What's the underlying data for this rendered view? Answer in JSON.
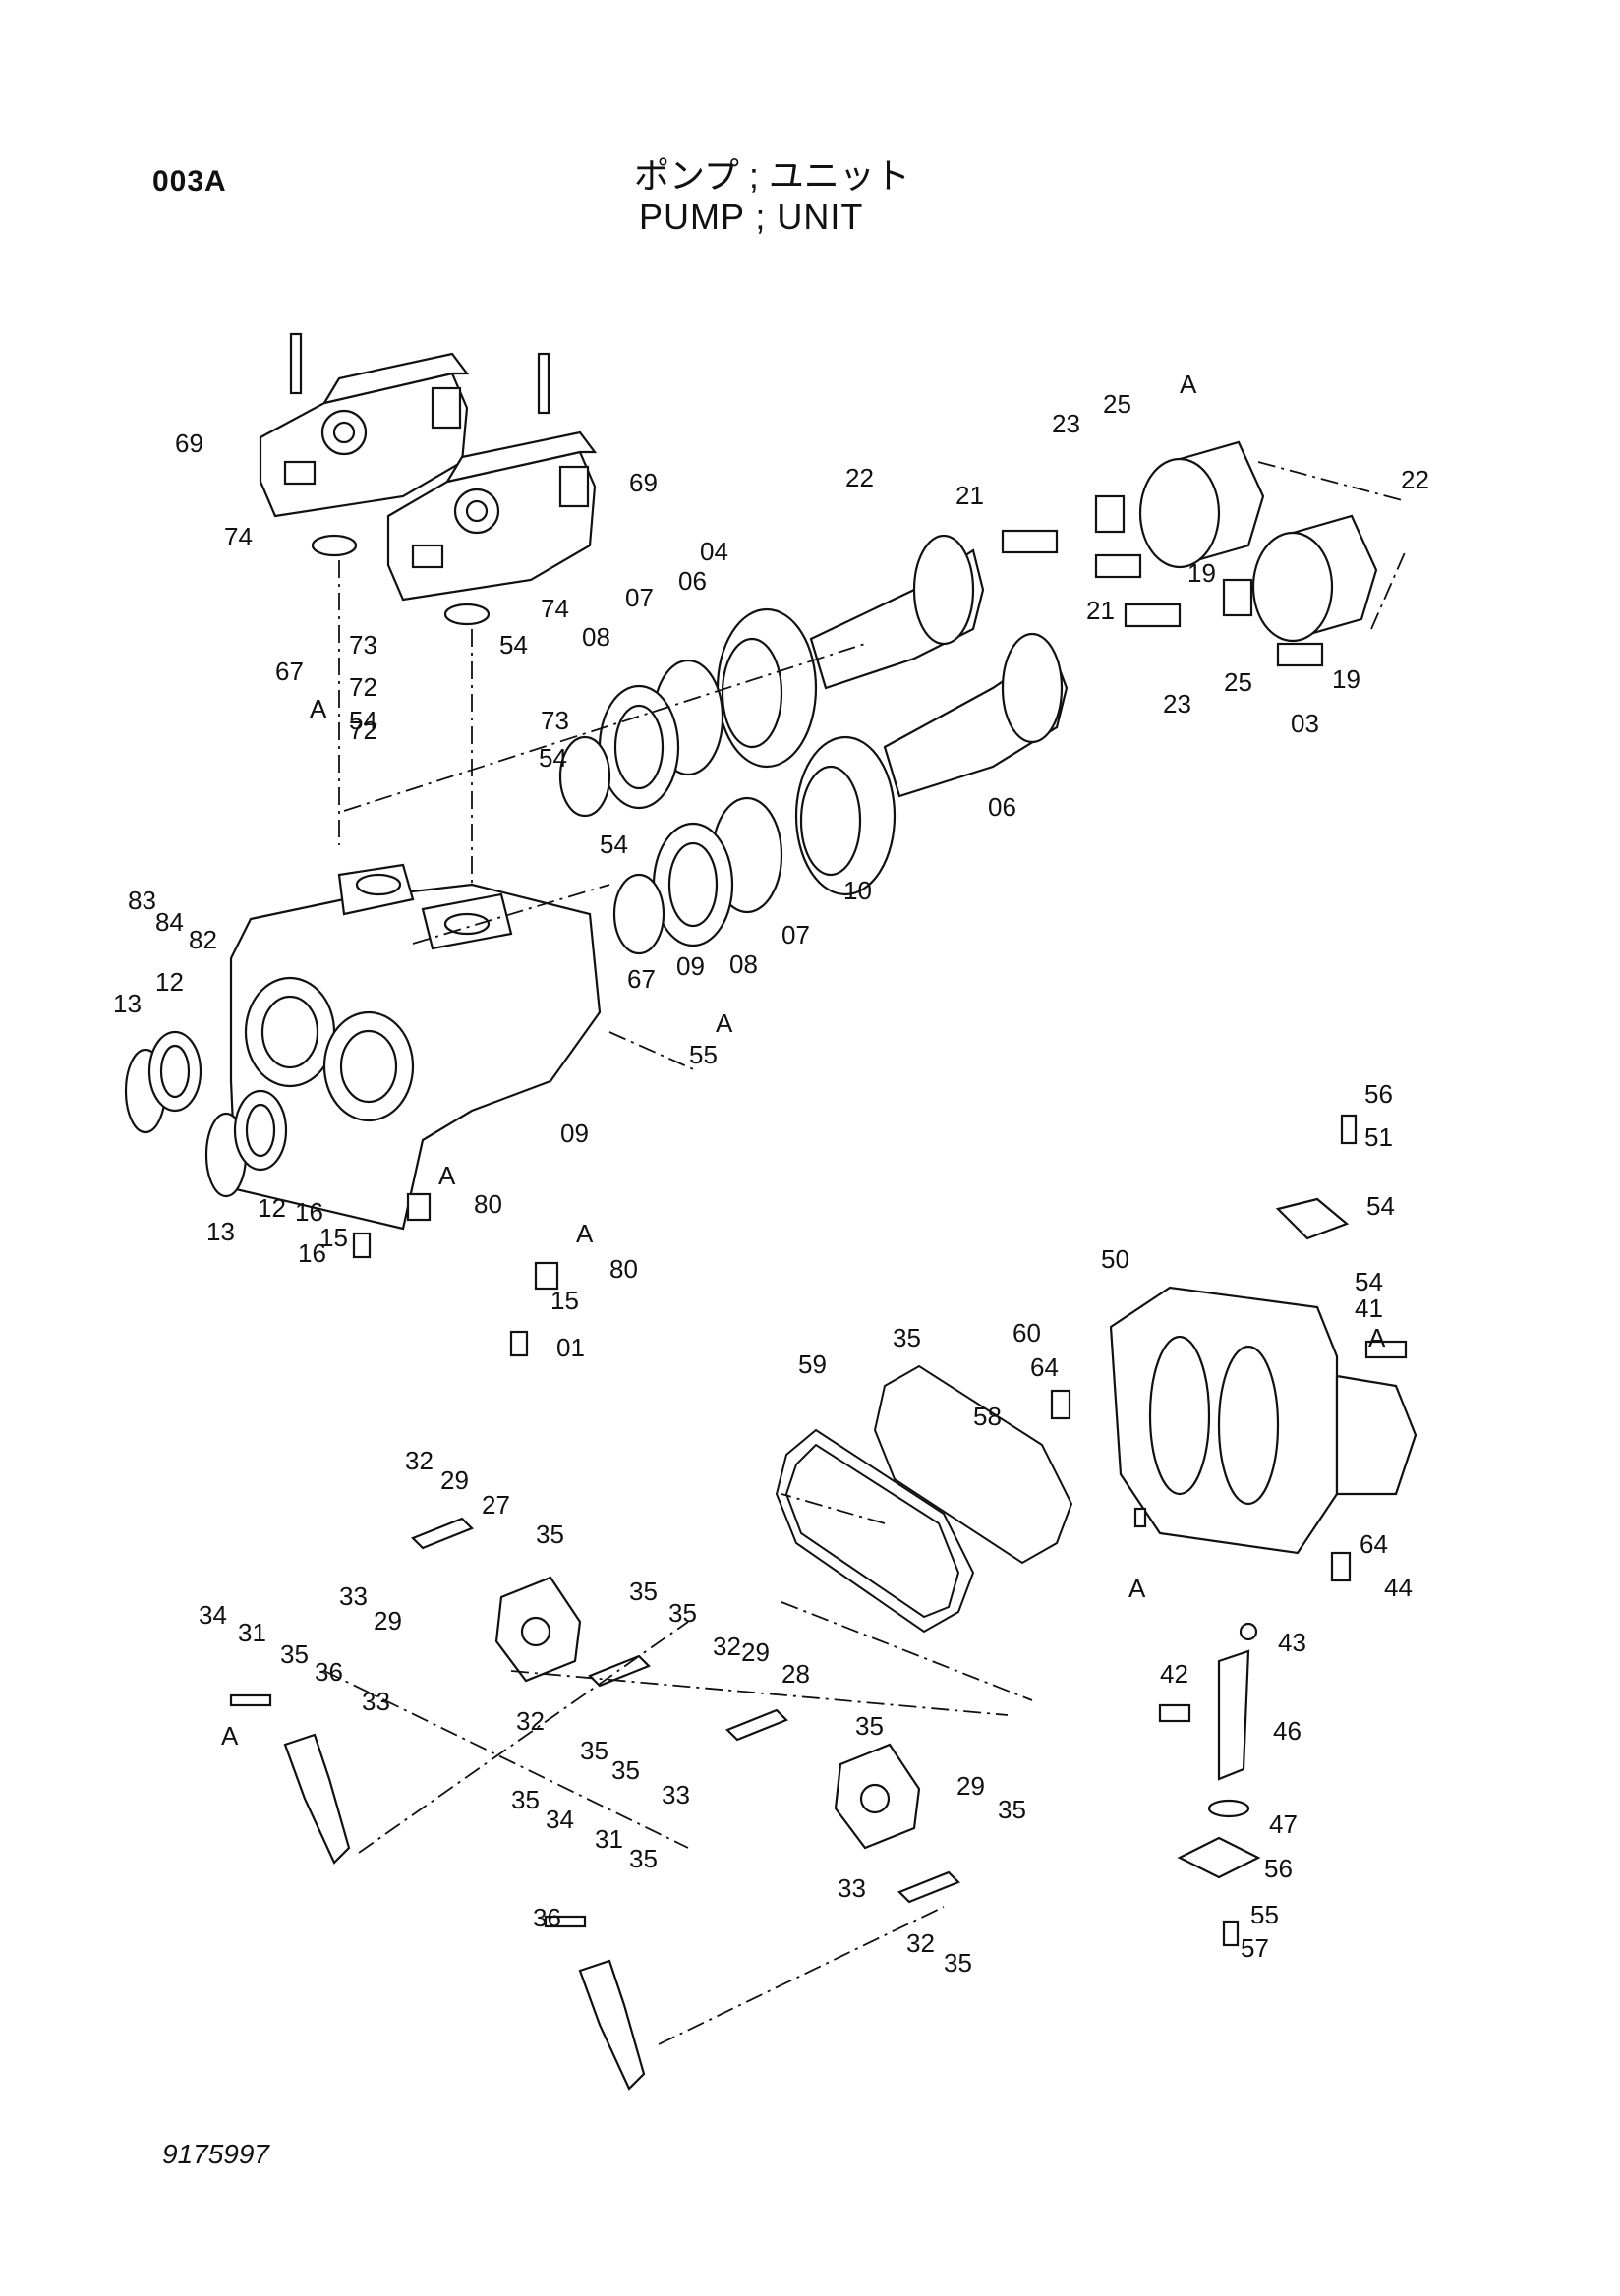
{
  "header": {
    "code": "003A",
    "title_jp": "ポンプ ; ユニット",
    "title_en": "PUMP ; UNIT"
  },
  "footer": {
    "document_number": "9175997"
  },
  "callouts": [
    {
      "text": "69"
    },
    {
      "text": "69"
    },
    {
      "text": "74"
    },
    {
      "text": "74"
    },
    {
      "text": "73"
    },
    {
      "text": "54"
    },
    {
      "text": "72"
    },
    {
      "text": "54"
    },
    {
      "text": "72"
    },
    {
      "text": "73"
    },
    {
      "text": "67"
    },
    {
      "text": "A"
    },
    {
      "text": "54"
    },
    {
      "text": "54"
    },
    {
      "text": "83"
    },
    {
      "text": "84"
    },
    {
      "text": "82"
    },
    {
      "text": "13"
    },
    {
      "text": "12"
    },
    {
      "text": "12"
    },
    {
      "text": "13"
    },
    {
      "text": "16"
    },
    {
      "text": "15"
    },
    {
      "text": "A"
    },
    {
      "text": "80"
    },
    {
      "text": "A"
    },
    {
      "text": "80"
    },
    {
      "text": "16"
    },
    {
      "text": "15"
    },
    {
      "text": "01"
    },
    {
      "text": "09"
    },
    {
      "text": "08"
    },
    {
      "text": "07"
    },
    {
      "text": "06"
    },
    {
      "text": "04"
    },
    {
      "text": "22"
    },
    {
      "text": "21"
    },
    {
      "text": "23"
    },
    {
      "text": "25"
    },
    {
      "text": "A"
    },
    {
      "text": "22"
    },
    {
      "text": "19"
    },
    {
      "text": "21"
    },
    {
      "text": "23"
    },
    {
      "text": "25"
    },
    {
      "text": "19"
    },
    {
      "text": "03"
    },
    {
      "text": "06"
    },
    {
      "text": "10"
    },
    {
      "text": "07"
    },
    {
      "text": "08"
    },
    {
      "text": "09"
    },
    {
      "text": "67"
    },
    {
      "text": "A"
    },
    {
      "text": "55"
    },
    {
      "text": "56"
    },
    {
      "text": "51"
    },
    {
      "text": "54"
    },
    {
      "text": "50"
    },
    {
      "text": "54"
    },
    {
      "text": "41"
    },
    {
      "text": "60"
    },
    {
      "text": "A"
    },
    {
      "text": "64"
    },
    {
      "text": "58"
    },
    {
      "text": "A"
    },
    {
      "text": "64"
    },
    {
      "text": "44"
    },
    {
      "text": "43"
    },
    {
      "text": "42"
    },
    {
      "text": "46"
    },
    {
      "text": "47"
    },
    {
      "text": "56"
    },
    {
      "text": "55"
    },
    {
      "text": "57"
    },
    {
      "text": "59"
    },
    {
      "text": "35"
    },
    {
      "text": "32"
    },
    {
      "text": "29"
    },
    {
      "text": "27"
    },
    {
      "text": "35"
    },
    {
      "text": "33"
    },
    {
      "text": "29"
    },
    {
      "text": "35"
    },
    {
      "text": "35"
    },
    {
      "text": "34"
    },
    {
      "text": "31"
    },
    {
      "text": "35"
    },
    {
      "text": "36"
    },
    {
      "text": "A"
    },
    {
      "text": "33"
    },
    {
      "text": "32"
    },
    {
      "text": "35"
    },
    {
      "text": "35"
    },
    {
      "text": "32"
    },
    {
      "text": "29"
    },
    {
      "text": "28"
    },
    {
      "text": "35"
    },
    {
      "text": "33"
    },
    {
      "text": "29"
    },
    {
      "text": "35"
    },
    {
      "text": "35"
    },
    {
      "text": "34"
    },
    {
      "text": "31"
    },
    {
      "text": "35"
    },
    {
      "text": "36"
    },
    {
      "text": "33"
    },
    {
      "text": "32"
    },
    {
      "text": "35"
    }
  ]
}
